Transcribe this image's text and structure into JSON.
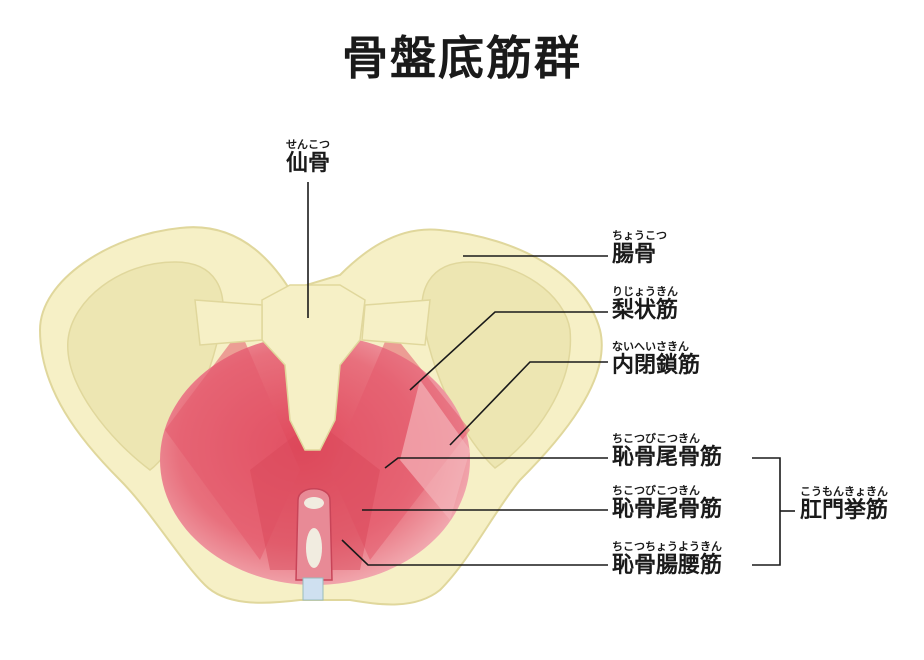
{
  "title": "骨盤底筋群",
  "labels": {
    "sacrum": {
      "ruby": "せんこつ",
      "name": "仙骨"
    },
    "ilium": {
      "ruby": "ちょうこつ",
      "name": "腸骨"
    },
    "piriformis": {
      "ruby": "りじょうきん",
      "name": "梨状筋"
    },
    "obturator": {
      "ruby": "ないへいさきん",
      "name": "内閉鎖筋"
    },
    "coccygeus_1": {
      "ruby": "ちこつびこつきん",
      "name": "恥骨尾骨筋"
    },
    "coccygeus_2": {
      "ruby": "ちこつびこつきん",
      "name": "恥骨尾骨筋"
    },
    "iliococcygeus": {
      "ruby": "ちこつちょうようきん",
      "name": "恥骨腸腰筋"
    },
    "levator_ani": {
      "ruby": "こうもんきょきん",
      "name": "肛門挙筋"
    }
  },
  "colors": {
    "bone": "#f6f0c6",
    "bone_shade": "#ebe3a8",
    "bone_outline": "#e0d79c",
    "muscle_dark": "#d64a5c",
    "muscle_mid": "#e86f7c",
    "muscle_light": "#f2a5ac",
    "leader_line": "#1a1a1a"
  }
}
